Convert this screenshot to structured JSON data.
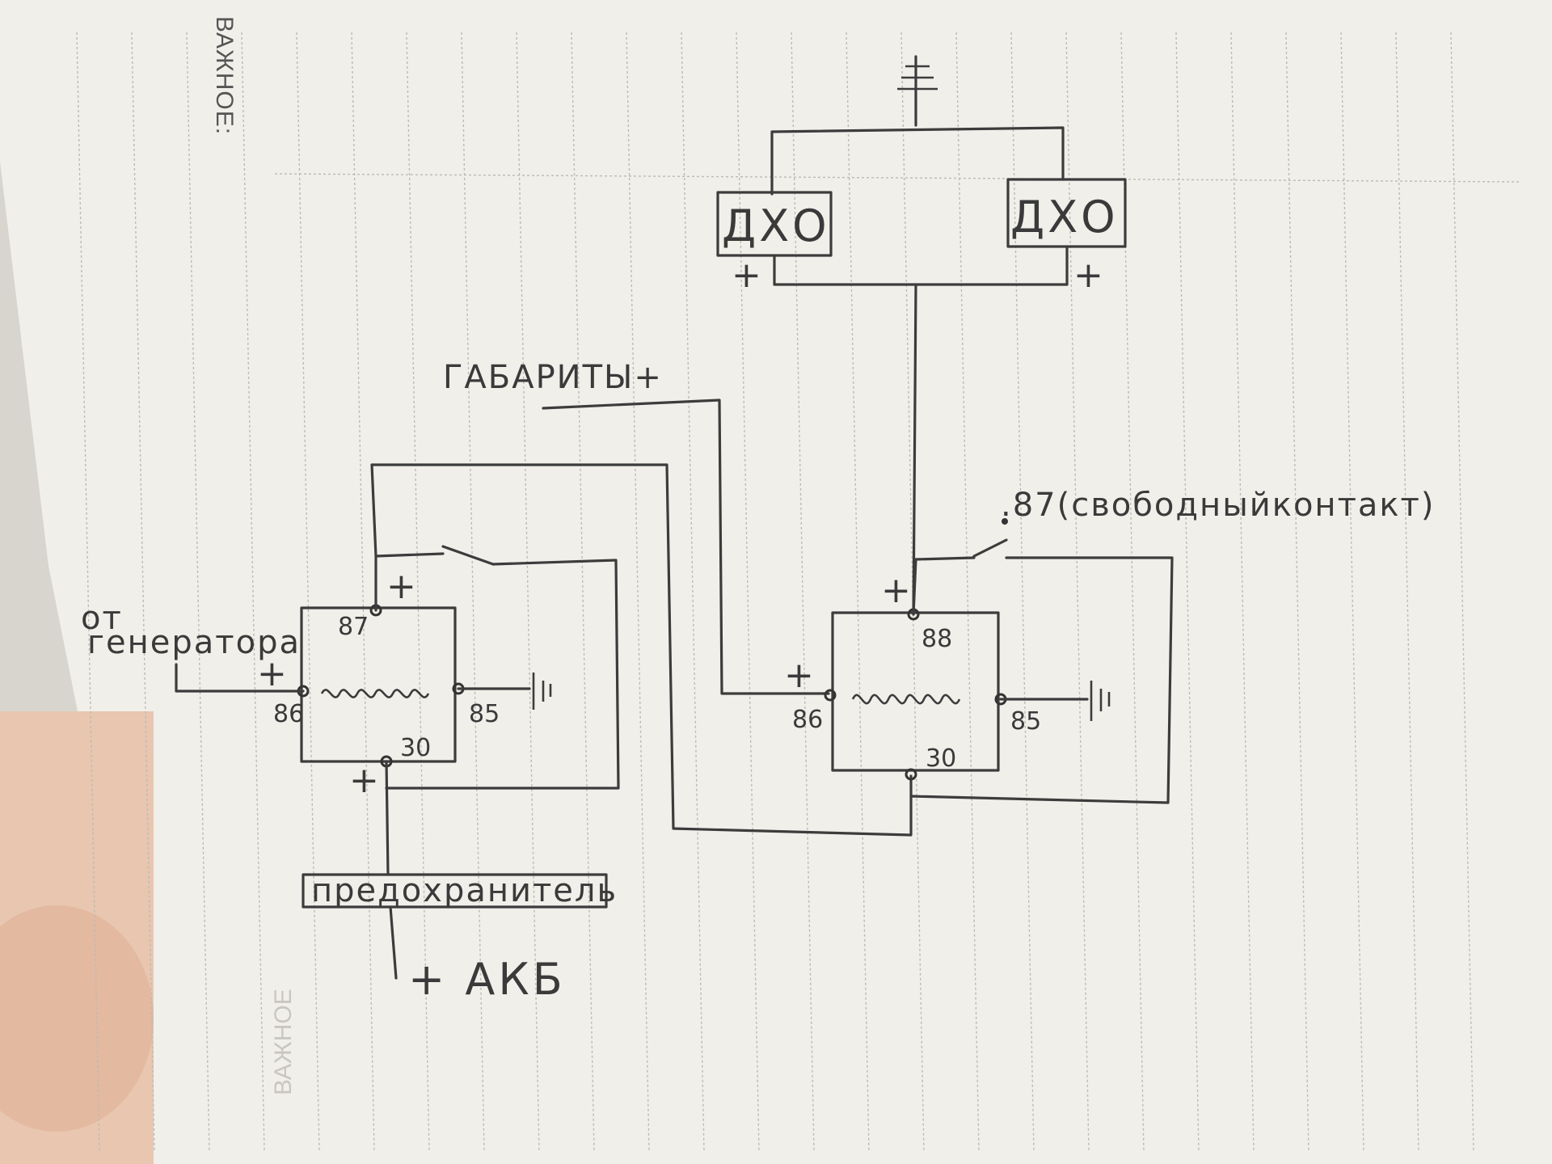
{
  "page": {
    "printed_header": "ВАЖНОЕ:",
    "ghost_bottom": "ВАЖНОЕ"
  },
  "diagram": {
    "ground_top": "=",
    "drl_left": {
      "label": "ДХО",
      "plus": "+"
    },
    "drl_right": {
      "label": "ДХО",
      "plus": "+"
    },
    "lights_label": "ГАБАРИТЫ+",
    "relay_left": {
      "pin_87": "87",
      "pin_86": "86",
      "pin_85": "85",
      "pin_30": "30",
      "plus_87": "+",
      "plus_86": "+",
      "plus_30": "+",
      "ground": "||"
    },
    "relay_right": {
      "pin_88": "88",
      "pin_86": "86",
      "pin_85": "85",
      "pin_30": "30",
      "plus_88": "+",
      "plus_86": "+",
      "ground": "||"
    },
    "free_contact_label": ".87(свободныйконтакт)",
    "generator_label_line1": "от",
    "generator_label_line2": "генератора",
    "fuse_label": "предохранитель",
    "battery_label": "+ АКБ"
  }
}
